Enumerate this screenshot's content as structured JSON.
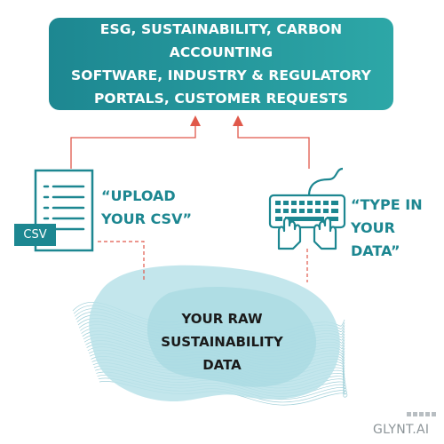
{
  "target_box": {
    "text": "ESG, SUSTAINABILITY, CARBON ACCOUNTING\nSOFTWARE, INDUSTRY & REGULATORY\nPORTALS, CUSTOMER REQUESTS"
  },
  "upload": {
    "caption": "“UPLOAD\nYOUR CSV”",
    "badge": "CSV",
    "icon": "csv-document-icon"
  },
  "type_in": {
    "caption": "“TYPE IN\nYOUR DATA”",
    "icon": "keyboard-typing-icon"
  },
  "source": {
    "text": "YOUR RAW\nSUSTAINABILITY\nDATA"
  },
  "brand": {
    "name": "GLYNT.AI",
    "logo": "glynt-dots-logo"
  },
  "colors": {
    "teal_dark": "#1d8791",
    "teal_light": "#2da7a7",
    "blob": "#b9e2e9",
    "arrow": "#e0584a",
    "brand_gray": "#8c9498"
  }
}
